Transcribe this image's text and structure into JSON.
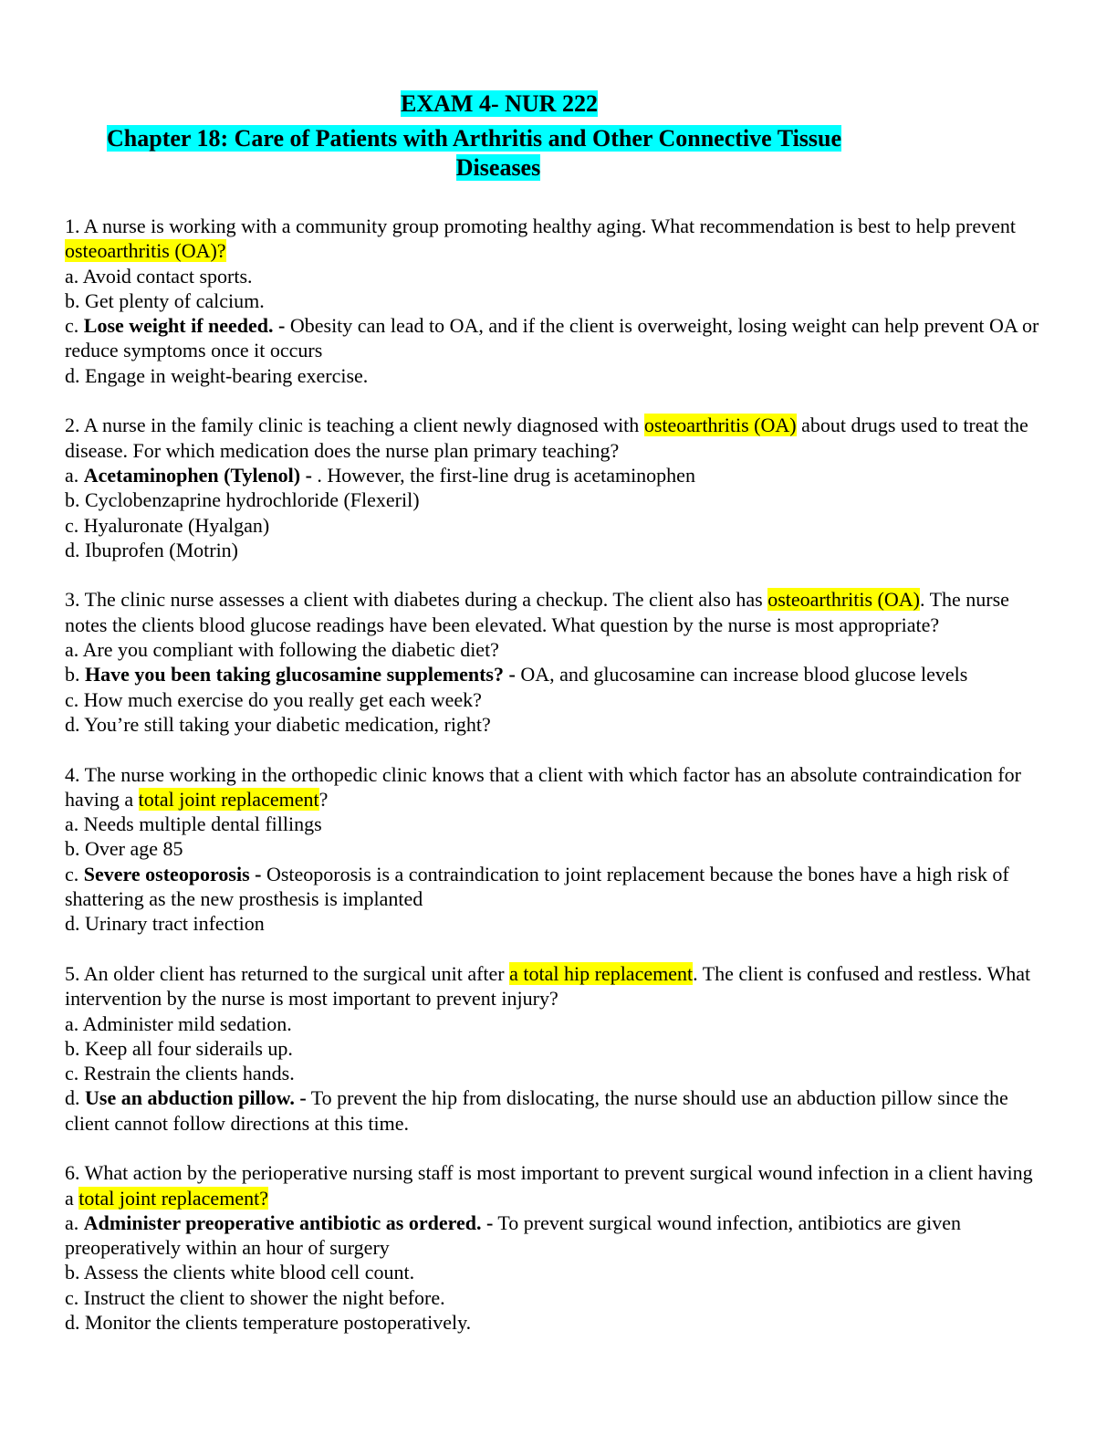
{
  "header": {
    "exam_title": "EXAM 4- NUR 222",
    "chapter_line1": "Chapter 18: Care of Patients with Arthritis and Other Connective Tissue",
    "chapter_line2": "Diseases"
  },
  "highlight_colors": {
    "header": "#00ffff",
    "term": "#ffff00"
  },
  "questions": [
    {
      "stem_before": "1. A nurse is working with a community group promoting healthy aging. What recommendation is best to help prevent ",
      "stem_highlight": "osteoarthritis (OA)?",
      "stem_after": "",
      "options": [
        {
          "prefix": "a. ",
          "text": "Avoid contact sports.",
          "rationale": ""
        },
        {
          "prefix": "b. ",
          "text": "Get plenty of calcium.",
          "rationale": ""
        },
        {
          "prefix": "c. ",
          "text": "Lose weight if needed. -",
          "rationale": " Obesity can lead to OA, and if the client is overweight, losing weight can help prevent OA or reduce symptoms once it occurs"
        },
        {
          "prefix": "d. ",
          "text": "Engage in weight-bearing exercise.",
          "rationale": ""
        }
      ]
    },
    {
      "stem_before": "2. A nurse in the family clinic is teaching a client newly diagnosed with ",
      "stem_highlight": "osteoarthritis (OA)",
      "stem_after": " about drugs used to treat the disease. For which medication does the nurse plan primary teaching?",
      "options": [
        {
          "prefix": "a. ",
          "text": "Acetaminophen (Tylenol) -",
          "rationale": " . However, the first-line drug is acetaminophen"
        },
        {
          "prefix": "b. ",
          "text": "Cyclobenzaprine hydrochloride (Flexeril)",
          "rationale": ""
        },
        {
          "prefix": "c. ",
          "text": "Hyaluronate (Hyalgan)",
          "rationale": ""
        },
        {
          "prefix": "d. ",
          "text": "Ibuprofen (Motrin)",
          "rationale": ""
        }
      ]
    },
    {
      "stem_before": "3. The clinic nurse assesses a client with diabetes during a checkup. The client also has ",
      "stem_highlight": "osteoarthritis (OA)",
      "stem_after": ". The nurse notes the clients blood glucose readings have been elevated. What question by the nurse is most appropriate?",
      "options": [
        {
          "prefix": "a. ",
          "text": "Are you compliant with following the diabetic diet?",
          "rationale": ""
        },
        {
          "prefix": "b. ",
          "text": "Have you been taking glucosamine supplements? -",
          "rationale": " OA, and glucosamine can increase blood glucose levels"
        },
        {
          "prefix": "c. ",
          "text": "How much exercise do you really get each week?",
          "rationale": ""
        },
        {
          "prefix": "d. ",
          "text": "You’re still taking your diabetic medication, right?",
          "rationale": ""
        }
      ]
    },
    {
      "stem_before": "4. The nurse working in the orthopedic clinic knows that a client with which factor has an absolute contraindication for having a ",
      "stem_highlight": "total joint replacement",
      "stem_after": "?",
      "options": [
        {
          "prefix": "a. ",
          "text": "Needs multiple dental fillings",
          "rationale": ""
        },
        {
          "prefix": "b. ",
          "text": "Over age 85",
          "rationale": ""
        },
        {
          "prefix": "c. ",
          "text": "Severe osteoporosis -",
          "rationale": " Osteoporosis is a contraindication to joint replacement because the bones have a high risk of shattering as the new prosthesis is implanted"
        },
        {
          "prefix": "d. ",
          "text": "Urinary tract infection",
          "rationale": ""
        }
      ]
    },
    {
      "stem_before": "5. An older client has returned to the surgical unit after ",
      "stem_highlight": "a total hip replacement",
      "stem_after": ". The client is confused and restless. What intervention by the nurse is most important to prevent injury?",
      "options": [
        {
          "prefix": "a. ",
          "text": "Administer mild sedation.",
          "rationale": ""
        },
        {
          "prefix": "b. ",
          "text": "Keep all four siderails up.",
          "rationale": ""
        },
        {
          "prefix": "c. ",
          "text": "Restrain the clients hands.",
          "rationale": ""
        },
        {
          "prefix": "d. ",
          "text": "Use an abduction pillow. -",
          "rationale": " To prevent the hip from dislocating, the nurse should use an abduction pillow since the client cannot follow directions at this time."
        }
      ]
    },
    {
      "stem_before": "6. What action by the perioperative nursing staff is most important to prevent surgical wound infection in a client having a ",
      "stem_highlight": "total joint replacement?",
      "stem_after": "",
      "options": [
        {
          "prefix": "a. ",
          "text": "Administer preoperative antibiotic as ordered. -",
          "rationale": " To prevent surgical wound infection, antibiotics are given preoperatively within an hour of surgery"
        },
        {
          "prefix": "b. ",
          "text": "Assess the clients white blood cell count.",
          "rationale": ""
        },
        {
          "prefix": "c. ",
          "text": "Instruct the client to shower the night before.",
          "rationale": ""
        },
        {
          "prefix": "d. ",
          "text": "Monitor the clients temperature postoperatively.",
          "rationale": ""
        }
      ]
    }
  ]
}
